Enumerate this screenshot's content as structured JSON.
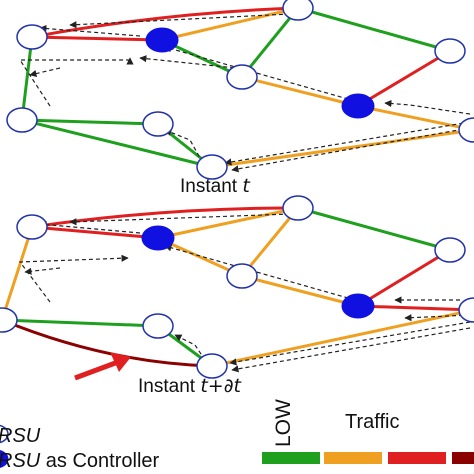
{
  "captions": {
    "top": {
      "prefix": "Instant ",
      "var": "t"
    },
    "bottom": {
      "prefix": "Instant ",
      "var": "t+∂t"
    }
  },
  "legend": {
    "rsu_label": "RSU",
    "controller_label_italic": "RSU",
    "controller_label_rest": " as Controller",
    "low_label": "LOW",
    "traffic_label": "Traffic",
    "scale_colors": [
      "#1ea01e",
      "#f0a020",
      "#e02020",
      "#8b0000"
    ]
  },
  "colors": {
    "low": "#1ea01e",
    "medium": "#f0a020",
    "high": "#e02020",
    "very_high": "#8b0000",
    "controller": "#1010e0",
    "rsu_stroke": "#2233aa",
    "arrow": "#e02020"
  }
}
